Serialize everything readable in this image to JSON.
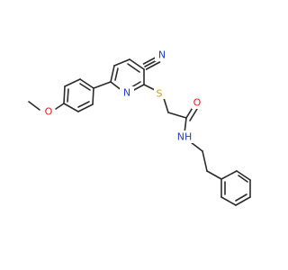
{
  "structure": {
    "colors": {
      "bond": "#2b2b2b",
      "carbon": "#2b2b2b",
      "nitrogen": "#1f3fd1",
      "oxygen": "#e0201b",
      "sulfur": "#c8a300"
    },
    "atom_labels": {
      "cyano_nitrogen": "N",
      "pyridine_nitrogen": "N",
      "sulfur": "S",
      "methoxy_oxygen": "O",
      "carbonyl_oxygen": "O",
      "amide_nitrogen": "NH"
    }
  }
}
